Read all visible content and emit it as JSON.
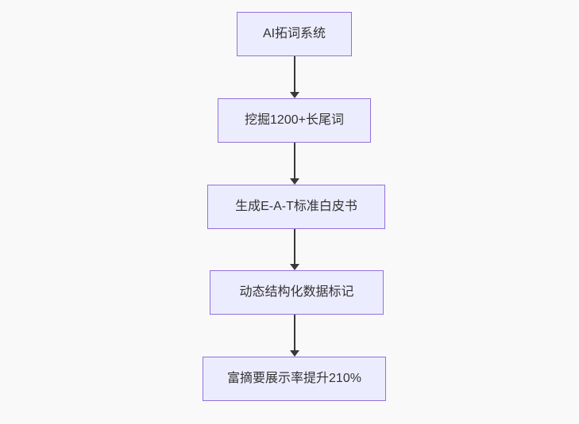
{
  "diagram": {
    "type": "flowchart",
    "direction": "top-down",
    "nodes": [
      {
        "id": "step-1",
        "label": "AI拓词系统"
      },
      {
        "id": "step-2",
        "label": "挖掘1200+长尾词"
      },
      {
        "id": "step-3",
        "label": "生成E-A-T标准白皮书"
      },
      {
        "id": "step-4",
        "label": "动态结构化数据标记"
      },
      {
        "id": "step-5",
        "label": "富摘要展示率提升210%"
      }
    ],
    "edges": [
      {
        "from": "step-1",
        "to": "step-2"
      },
      {
        "from": "step-2",
        "to": "step-3"
      },
      {
        "from": "step-3",
        "to": "step-4"
      },
      {
        "from": "step-4",
        "to": "step-5"
      }
    ],
    "colors": {
      "node_fill": "#ececff",
      "node_border": "#9370db",
      "node_text": "#333333",
      "edge": "#383838",
      "background": "#f9f9f9"
    }
  }
}
